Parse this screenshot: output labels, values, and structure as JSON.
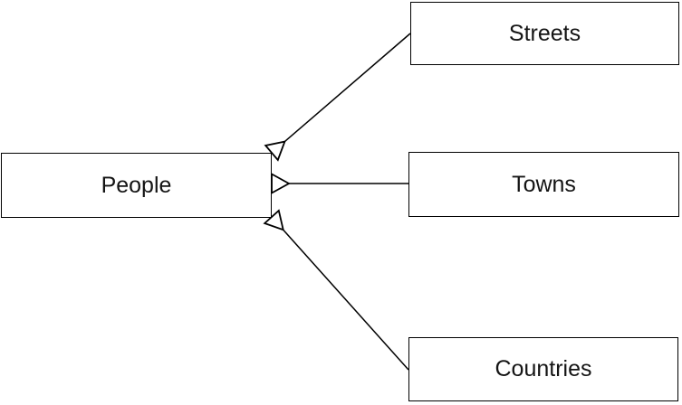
{
  "diagram": {
    "background_color": "#ffffff",
    "line_color": "#000000",
    "node_fill_color": "#ffffff",
    "node_border_color": "#000000",
    "nodes": {
      "people": {
        "label": "People"
      },
      "streets": {
        "label": "Streets"
      },
      "towns": {
        "label": "Towns"
      },
      "countries": {
        "label": "Countries"
      }
    },
    "connectors": [
      {
        "from": "People",
        "to": "Streets",
        "arrowhead": "hollow-triangle",
        "arrowhead_at": "People end, pointing away from People"
      },
      {
        "from": "People",
        "to": "Towns",
        "arrowhead": "hollow-triangle",
        "arrowhead_at": "People end, pointing away from People"
      },
      {
        "from": "People",
        "to": "Countries",
        "arrowhead": "hollow-triangle",
        "arrowhead_at": "People end, pointing away from People"
      }
    ]
  }
}
